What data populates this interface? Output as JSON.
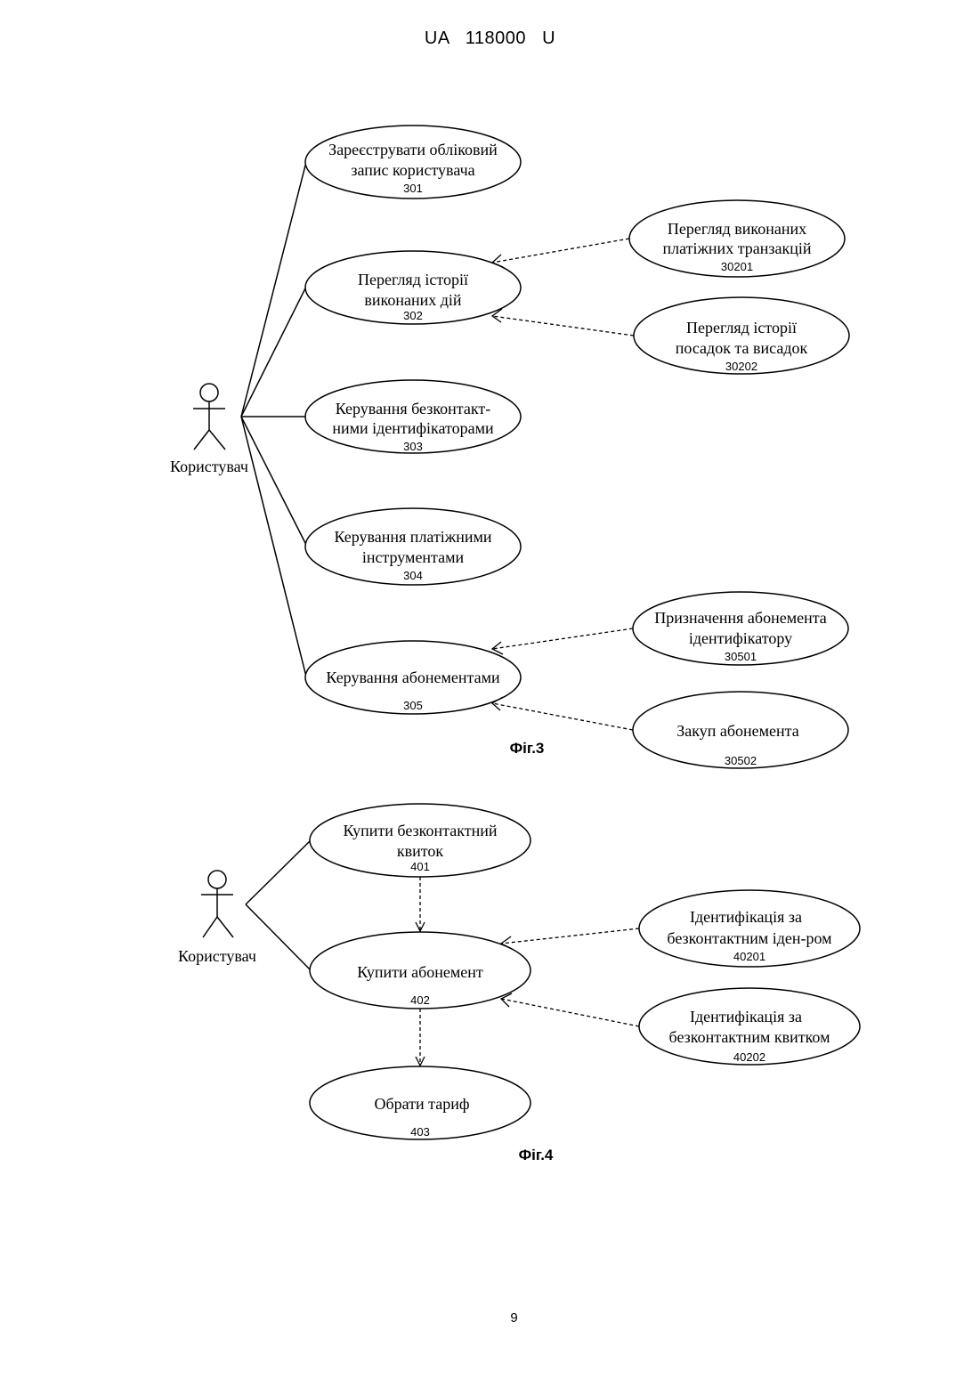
{
  "header": {
    "text": "UA   118000   U"
  },
  "page_number": "9",
  "fig3": {
    "caption": "Фіг.3",
    "actor": "Користувач",
    "use_cases": [
      {
        "lines": [
          "Зареєструвати обліковий",
          "запис користувача"
        ],
        "ref": "301"
      },
      {
        "lines": [
          "Перегляд історії",
          "виконаних дій"
        ],
        "ref": "302"
      },
      {
        "lines": [
          "Керування безконтакт-",
          "ними ідентифікаторами"
        ],
        "ref": "303"
      },
      {
        "lines": [
          "Керування платіжними",
          "інструментами"
        ],
        "ref": "304"
      },
      {
        "lines": [
          "Керування абонементами"
        ],
        "ref": "305"
      },
      {
        "lines": [
          "Перегляд виконаних",
          "платіжних транзакцій"
        ],
        "ref": "30201"
      },
      {
        "lines": [
          "Перегляд історії",
          "посадок та висадок"
        ],
        "ref": "30202"
      },
      {
        "lines": [
          "Призначення абонемента",
          "ідентифікатору"
        ],
        "ref": "30501"
      },
      {
        "lines": [
          "Закуп абонемента"
        ],
        "ref": "30502"
      }
    ]
  },
  "fig4": {
    "caption": "Фіг.4",
    "actor": "Користувач",
    "use_cases": [
      {
        "lines": [
          "Купити безконтактний",
          "квиток"
        ],
        "ref": "401"
      },
      {
        "lines": [
          "Купити абонемент"
        ],
        "ref": "402"
      },
      {
        "lines": [
          "Обрати тариф"
        ],
        "ref": "403"
      },
      {
        "lines": [
          "Ідентифікація за",
          "безконтактним іден-ром"
        ],
        "ref": "40201"
      },
      {
        "lines": [
          "Ідентифікація за",
          "безконтактним квитком"
        ],
        "ref": "40202"
      }
    ]
  }
}
